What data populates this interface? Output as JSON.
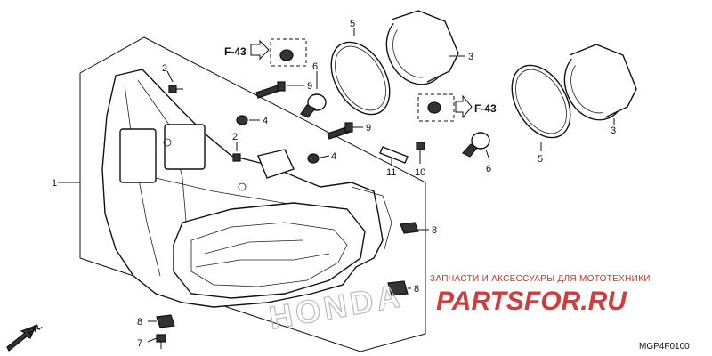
{
  "diagram": {
    "callouts": [
      {
        "id": "c1",
        "text": "1"
      },
      {
        "id": "c2a",
        "text": "2"
      },
      {
        "id": "c2b",
        "text": "2"
      },
      {
        "id": "c3a",
        "text": "3"
      },
      {
        "id": "c3b",
        "text": "3"
      },
      {
        "id": "c4a",
        "text": "4"
      },
      {
        "id": "c4b",
        "text": "4"
      },
      {
        "id": "c5a",
        "text": "5"
      },
      {
        "id": "c5b",
        "text": "5"
      },
      {
        "id": "c6a",
        "text": "6"
      },
      {
        "id": "c6b",
        "text": "6"
      },
      {
        "id": "c7",
        "text": "7"
      },
      {
        "id": "c8a",
        "text": "8"
      },
      {
        "id": "c8b",
        "text": "8"
      },
      {
        "id": "c8c",
        "text": "8"
      },
      {
        "id": "c9a",
        "text": "9"
      },
      {
        "id": "c9b",
        "text": "9"
      },
      {
        "id": "c10",
        "text": "10"
      },
      {
        "id": "c11",
        "text": "11"
      }
    ],
    "refs": {
      "left": "F-43",
      "right": "F-43"
    },
    "front_marker": "FR.",
    "diagram_code": "MGP4F0100"
  },
  "watermark": {
    "caption": "ЗАПЧАСТИ И АКСЕССУАРЫ ДЛЯ МОТОТЕХНИКИ",
    "site": "PARTSFOR.RU",
    "brand": "HONDA"
  },
  "colors": {
    "ink": "#111111",
    "watermark_red": "#d23c3c",
    "watermark_grey": "#bbbbbb"
  }
}
